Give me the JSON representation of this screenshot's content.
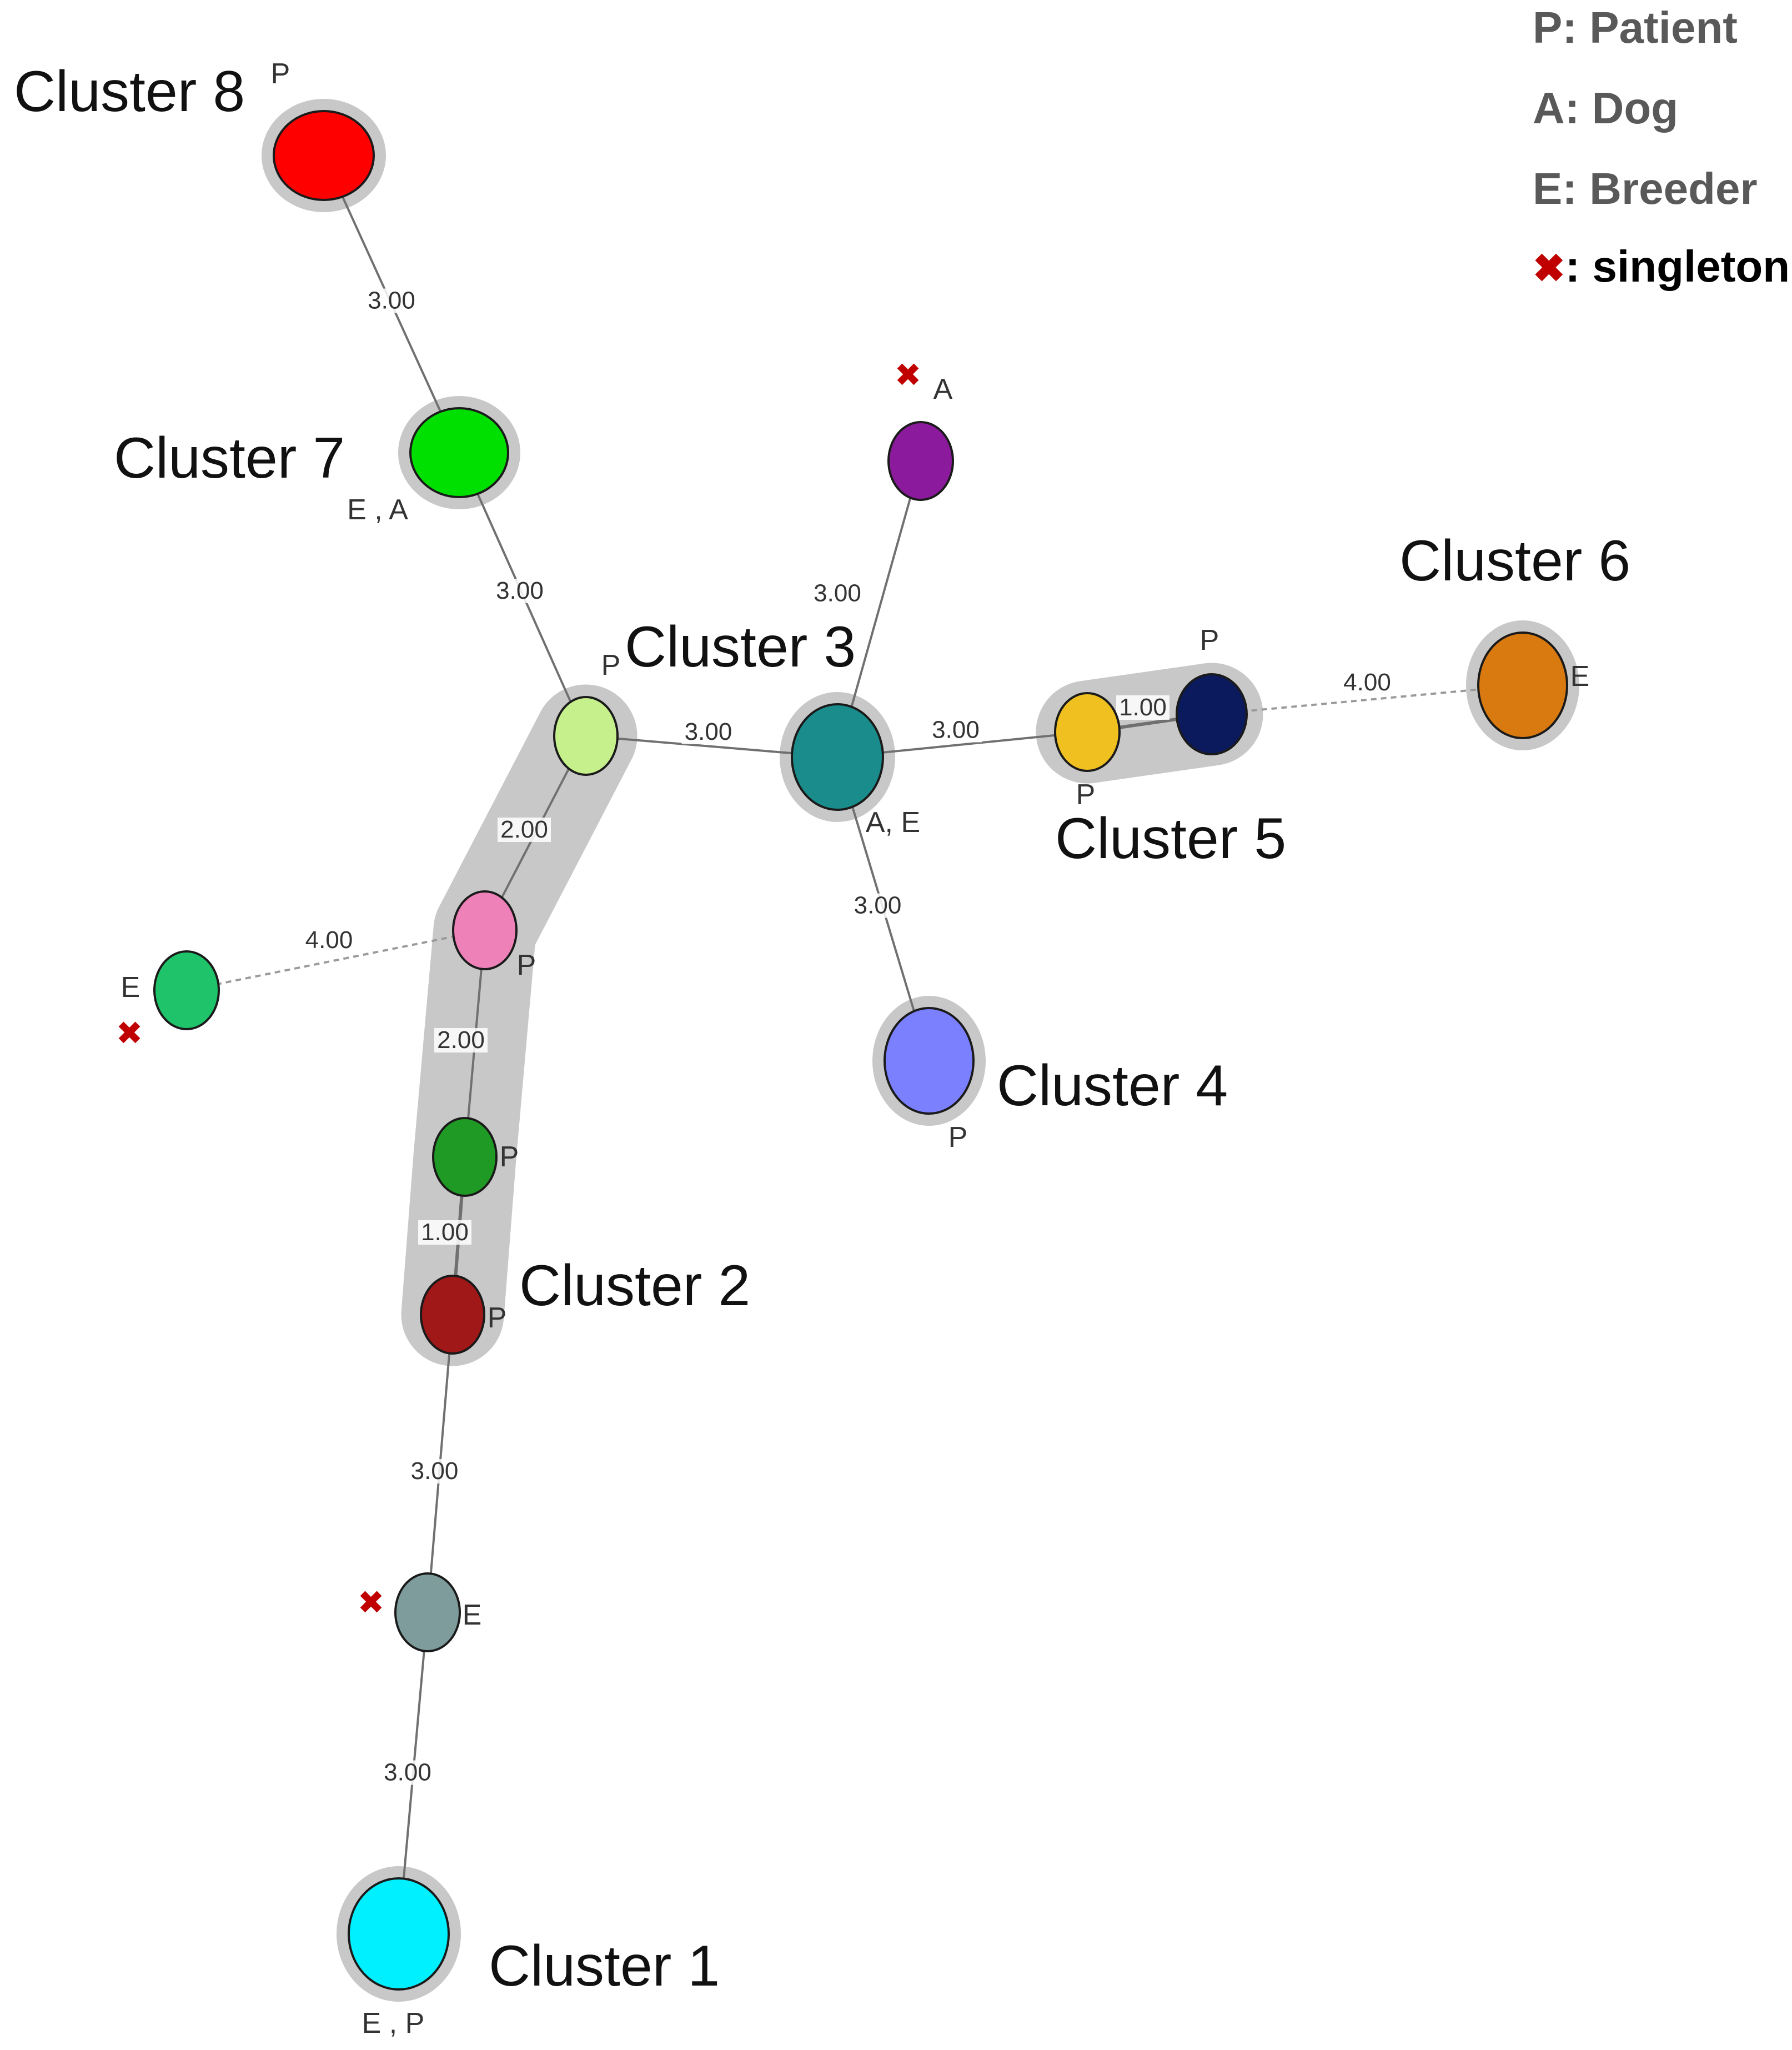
{
  "legend": {
    "items": [
      {
        "text": "P: Patient"
      },
      {
        "text": "A: Dog"
      },
      {
        "text": "E: Breeder"
      }
    ],
    "singleton": {
      "marker": "✖",
      "text": ": singleton",
      "marker_color": "#c00000"
    }
  },
  "clusters": [
    {
      "id": "c8",
      "label": "Cluster 8"
    },
    {
      "id": "c7",
      "label": "Cluster 7"
    },
    {
      "id": "c3",
      "label": "Cluster 3"
    },
    {
      "id": "c6",
      "label": "Cluster 6"
    },
    {
      "id": "c5",
      "label": "Cluster 5"
    },
    {
      "id": "c4",
      "label": "Cluster 4"
    },
    {
      "id": "c2",
      "label": "Cluster 2"
    },
    {
      "id": "c1",
      "label": "Cluster 1"
    }
  ],
  "nodes": [
    {
      "id": "n_c8",
      "color": "#ff0000",
      "halo": true,
      "sources": "P"
    },
    {
      "id": "n_c7",
      "color": "#00e000",
      "halo": true,
      "sources": "E , A"
    },
    {
      "id": "n_dog",
      "color": "#8b1a9c",
      "halo": false,
      "sources": "A",
      "singleton": true
    },
    {
      "id": "n_lg",
      "color": "#c6f08c",
      "halo": false,
      "sources": "P"
    },
    {
      "id": "n_c3",
      "color": "#1a8c8c",
      "halo": true,
      "sources": "A, E"
    },
    {
      "id": "n_yel",
      "color": "#f0c020",
      "halo": false,
      "sources": "P"
    },
    {
      "id": "n_navy",
      "color": "#0a1a5c",
      "halo": false,
      "sources": "P"
    },
    {
      "id": "n_c6",
      "color": "#d97a10",
      "halo": true,
      "sources": "E"
    },
    {
      "id": "n_pink",
      "color": "#ee82b8",
      "halo": false,
      "sources": "P"
    },
    {
      "id": "n_teal",
      "color": "#1fc46a",
      "halo": false,
      "sources": "E",
      "singleton": true
    },
    {
      "id": "n_c4",
      "color": "#7b80ff",
      "halo": true,
      "sources": "P"
    },
    {
      "id": "n_dg",
      "color": "#1f9a24",
      "halo": false,
      "sources": "P"
    },
    {
      "id": "n_dr",
      "color": "#a01818",
      "halo": false,
      "sources": "P"
    },
    {
      "id": "n_grey",
      "color": "#7f9c9c",
      "halo": false,
      "sources": "E",
      "singleton": true
    },
    {
      "id": "n_c1",
      "color": "#00f0ff",
      "halo": true,
      "sources": "E , P"
    }
  ],
  "edges": [
    {
      "from": "n_c8",
      "to": "n_c7",
      "distance": "3.00",
      "dashed": false
    },
    {
      "from": "n_c7",
      "to": "n_lg",
      "distance": "3.00",
      "dashed": false
    },
    {
      "from": "n_lg",
      "to": "n_c3",
      "distance": "3.00",
      "dashed": false
    },
    {
      "from": "n_dog",
      "to": "n_c3",
      "distance": "3.00",
      "dashed": false
    },
    {
      "from": "n_c3",
      "to": "n_yel",
      "distance": "3.00",
      "dashed": false
    },
    {
      "from": "n_yel",
      "to": "n_navy",
      "distance": "1.00",
      "dashed": false
    },
    {
      "from": "n_navy",
      "to": "n_c6",
      "distance": "4.00",
      "dashed": true
    },
    {
      "from": "n_c3",
      "to": "n_c4",
      "distance": "3.00",
      "dashed": false
    },
    {
      "from": "n_lg",
      "to": "n_pink",
      "distance": "2.00",
      "dashed": false
    },
    {
      "from": "n_teal",
      "to": "n_pink",
      "distance": "4.00",
      "dashed": true
    },
    {
      "from": "n_pink",
      "to": "n_dg",
      "distance": "2.00",
      "dashed": false
    },
    {
      "from": "n_dg",
      "to": "n_dr",
      "distance": "1.00",
      "dashed": false
    },
    {
      "from": "n_dr",
      "to": "n_grey",
      "distance": "3.00",
      "dashed": false
    },
    {
      "from": "n_grey",
      "to": "n_c1",
      "distance": "3.00",
      "dashed": false
    }
  ],
  "colors": {
    "halo": "#c8c8c8",
    "edge": "#707070",
    "node_stroke": "#1a1a1a",
    "label": "#333333",
    "singleton_marker": "#c00000"
  }
}
